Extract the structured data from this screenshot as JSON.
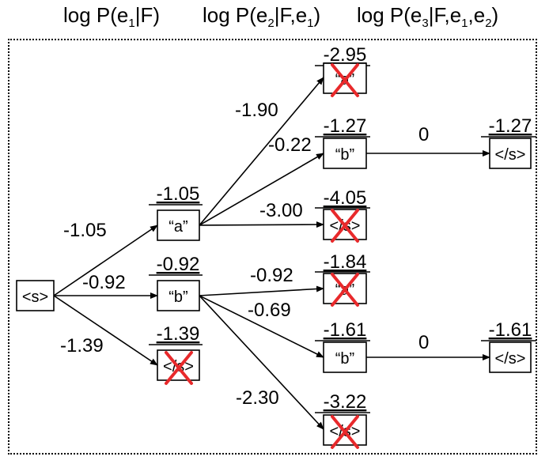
{
  "header": {
    "h1": {
      "a": "log P(e",
      "s1": "1",
      "b": "|F)"
    },
    "h2": {
      "a": "log P(e",
      "s1": "2",
      "b": "|F,e",
      "s2": "1",
      "c": ")"
    },
    "h3": {
      "a": "log P(e",
      "s1": "3",
      "b": "|F,e",
      "s2": "1",
      "c": ",e",
      "s3": "2",
      "d": ")"
    }
  },
  "colors": {
    "cross": "#e8292b",
    "ink": "#000000"
  },
  "nodes": {
    "start": {
      "label": "<s>"
    },
    "l1a": {
      "label": "“a”",
      "score": "-1.05",
      "pruned": false
    },
    "l1b": {
      "label": "“b”",
      "score": "-0.92",
      "pruned": false
    },
    "l1end": {
      "label": "</s>",
      "score": "-1.39",
      "pruned": true
    },
    "l2_aa": {
      "label": "“a”",
      "score": "-2.95",
      "pruned": true
    },
    "l2_ab": {
      "label": "“b”",
      "score": "-1.27",
      "pruned": false
    },
    "l2_aend": {
      "label": "</s>",
      "score": "-4.05",
      "pruned": true
    },
    "l2_ba": {
      "label": "“a”",
      "score": "-1.84",
      "pruned": true
    },
    "l2_bb": {
      "label": "“b”",
      "score": "-1.61",
      "pruned": false
    },
    "l2_bend": {
      "label": "</s>",
      "score": "-3.22",
      "pruned": true
    },
    "l3_abend": {
      "label": "</s>",
      "score": "-1.27",
      "pruned": false
    },
    "l3_bbend": {
      "label": "</s>",
      "score": "-1.61",
      "pruned": false
    }
  },
  "edges": {
    "s_a": "-1.05",
    "s_b": "-0.92",
    "s_end": "-1.39",
    "a_a": "-1.90",
    "a_b": "-0.22",
    "a_end": "-3.00",
    "b_a": "-0.92",
    "b_b": "-0.69",
    "b_end": "-2.30",
    "ab_end": "0",
    "bb_end": "0"
  }
}
